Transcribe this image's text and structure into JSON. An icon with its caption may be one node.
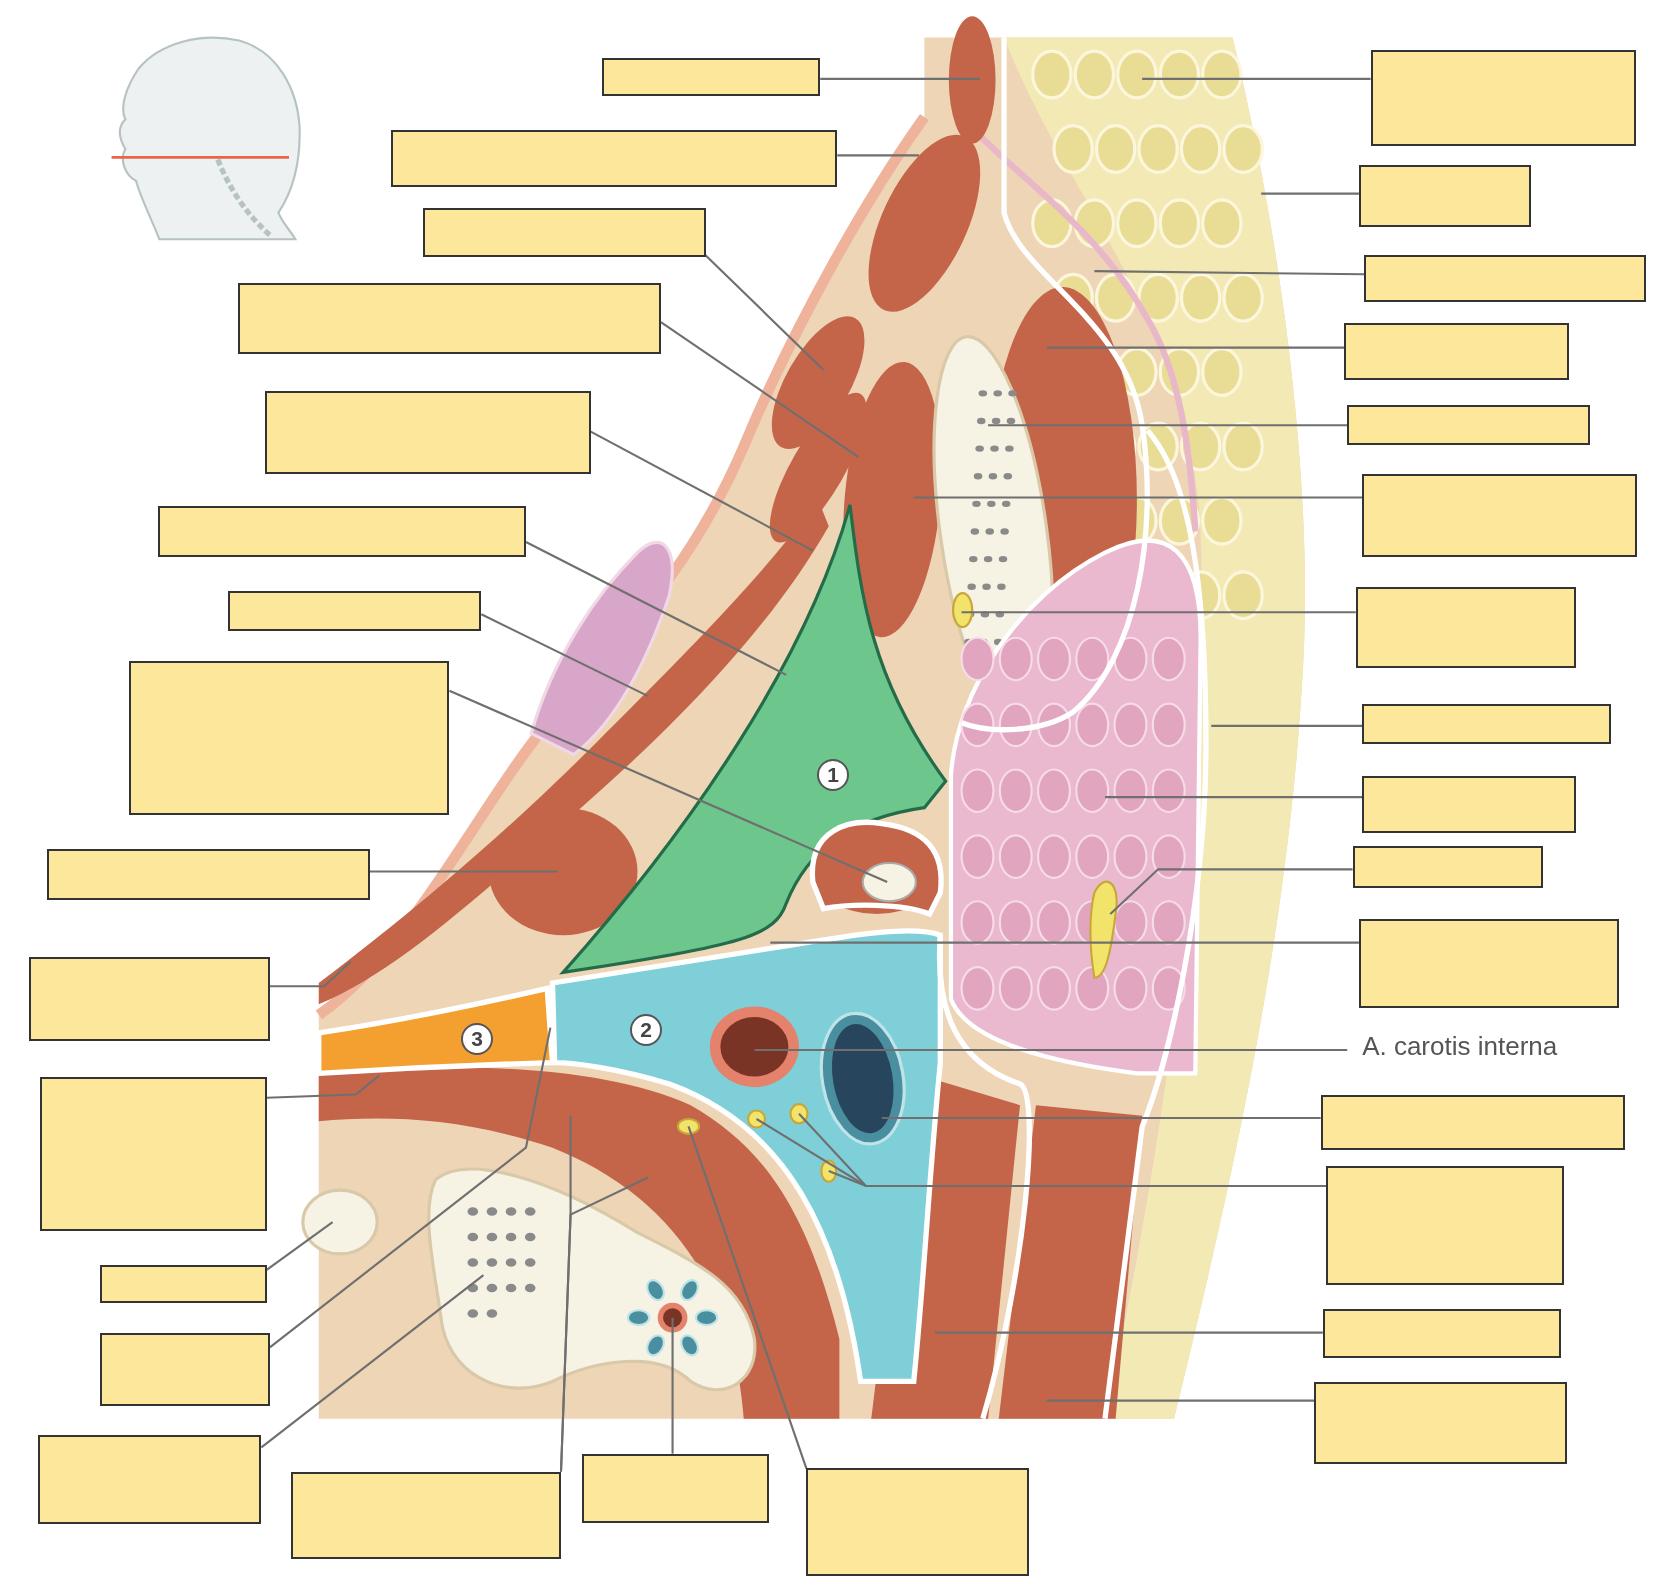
{
  "diagram": {
    "nodes": [
      {
        "text": [],
        "shape": "box"
      },
      {
        "text": [],
        "shape": "box"
      },
      {
        "text": [],
        "shape": "box"
      },
      {
        "text": [],
        "shape": "box"
      },
      {
        "text": [],
        "shape": "box"
      },
      {
        "text": [],
        "shape": "box"
      },
      {
        "text": [],
        "shape": "box"
      },
      {
        "text": [],
        "shape": "box"
      },
      {
        "text": [],
        "shape": "box"
      },
      {
        "text": [],
        "shape": "box"
      },
      {
        "text": [],
        "shape": "box"
      },
      {
        "text": [],
        "shape": "box"
      },
      {
        "text": [],
        "shape": "box"
      },
      {
        "text": [],
        "shape": "box"
      },
      {
        "text": [],
        "shape": "box"
      },
      {
        "text": [],
        "shape": "box"
      },
      {
        "text": [],
        "shape": "box"
      },
      {
        "text": [],
        "shape": "box"
      },
      {
        "text": [],
        "shape": "box"
      },
      {
        "text": [],
        "shape": "box"
      },
      {
        "text": [],
        "shape": "box"
      },
      {
        "text": [],
        "shape": "box"
      },
      {
        "text": [],
        "shape": "box"
      },
      {
        "text": [],
        "shape": "box"
      },
      {
        "text": [],
        "shape": "box"
      },
      {
        "text": [],
        "shape": "box"
      },
      {
        "text": [],
        "shape": "box"
      },
      {
        "text": [],
        "shape": "box"
      },
      {
        "text": [
          "A. carotis interna"
        ]
      },
      {
        "text": [],
        "shape": "box"
      },
      {
        "text": [],
        "shape": "box"
      },
      {
        "text": [],
        "shape": "box"
      },
      {
        "text": [],
        "shape": "box"
      }
    ],
    "edges": [
      {
        "from": 0,
        "to": null,
        "arrow": "none"
      },
      {
        "from": 1,
        "to": null,
        "arrow": "none"
      },
      {
        "from": 2,
        "to": null,
        "arrow": "none"
      },
      {
        "from": 3,
        "to": null,
        "arrow": "none"
      },
      {
        "from": 4,
        "to": null,
        "arrow": "none"
      },
      {
        "from": 5,
        "to": null,
        "arrow": "none"
      },
      {
        "from": 6,
        "to": null,
        "arrow": "none"
      },
      {
        "from": 7,
        "to": null,
        "arrow": "none"
      },
      {
        "from": 8,
        "to": null,
        "arrow": "none"
      },
      {
        "from": 9,
        "to": null,
        "arrow": "none"
      },
      {
        "from": 10,
        "to": null,
        "arrow": "none"
      },
      {
        "from": 11,
        "to": null,
        "arrow": "none"
      },
      {
        "from": 12,
        "to": null,
        "arrow": "none"
      },
      {
        "from": 13,
        "to": null,
        "arrow": "none"
      },
      {
        "from": 14,
        "to": null,
        "arrow": "none"
      },
      {
        "from": 14,
        "to": null,
        "arrow": "none"
      },
      {
        "from": 15,
        "to": null,
        "arrow": "none"
      },
      {
        "from": 16,
        "to": null,
        "arrow": "none"
      },
      {
        "from": 17,
        "to": null,
        "arrow": "none"
      },
      {
        "from": 18,
        "to": null,
        "arrow": "none"
      },
      {
        "from": 19,
        "to": null,
        "arrow": "none"
      },
      {
        "from": 20,
        "to": null,
        "arrow": "none"
      },
      {
        "from": 21,
        "to": null,
        "arrow": "none"
      },
      {
        "from": 22,
        "to": null,
        "arrow": "none"
      },
      {
        "from": 23,
        "to": null,
        "arrow": "none"
      },
      {
        "from": 24,
        "to": null,
        "arrow": "none"
      },
      {
        "from": 25,
        "to": null,
        "arrow": "none"
      },
      {
        "from": 26,
        "to": null,
        "arrow": "none"
      },
      {
        "from": 27,
        "to": null,
        "arrow": "none"
      },
      {
        "from": 28,
        "to": null,
        "arrow": "none"
      },
      {
        "from": 29,
        "to": null,
        "arrow": "none"
      },
      {
        "from": 30,
        "to": null,
        "arrow": "none"
      },
      {
        "from": 30,
        "to": null,
        "arrow": "none"
      },
      {
        "from": 30,
        "to": null,
        "arrow": "none"
      },
      {
        "from": 31,
        "to": null,
        "arrow": "none"
      },
      {
        "from": 32,
        "to": null,
        "arrow": "none"
      }
    ],
    "labels": [
      "1",
      "2",
      "3"
    ]
  }
}
